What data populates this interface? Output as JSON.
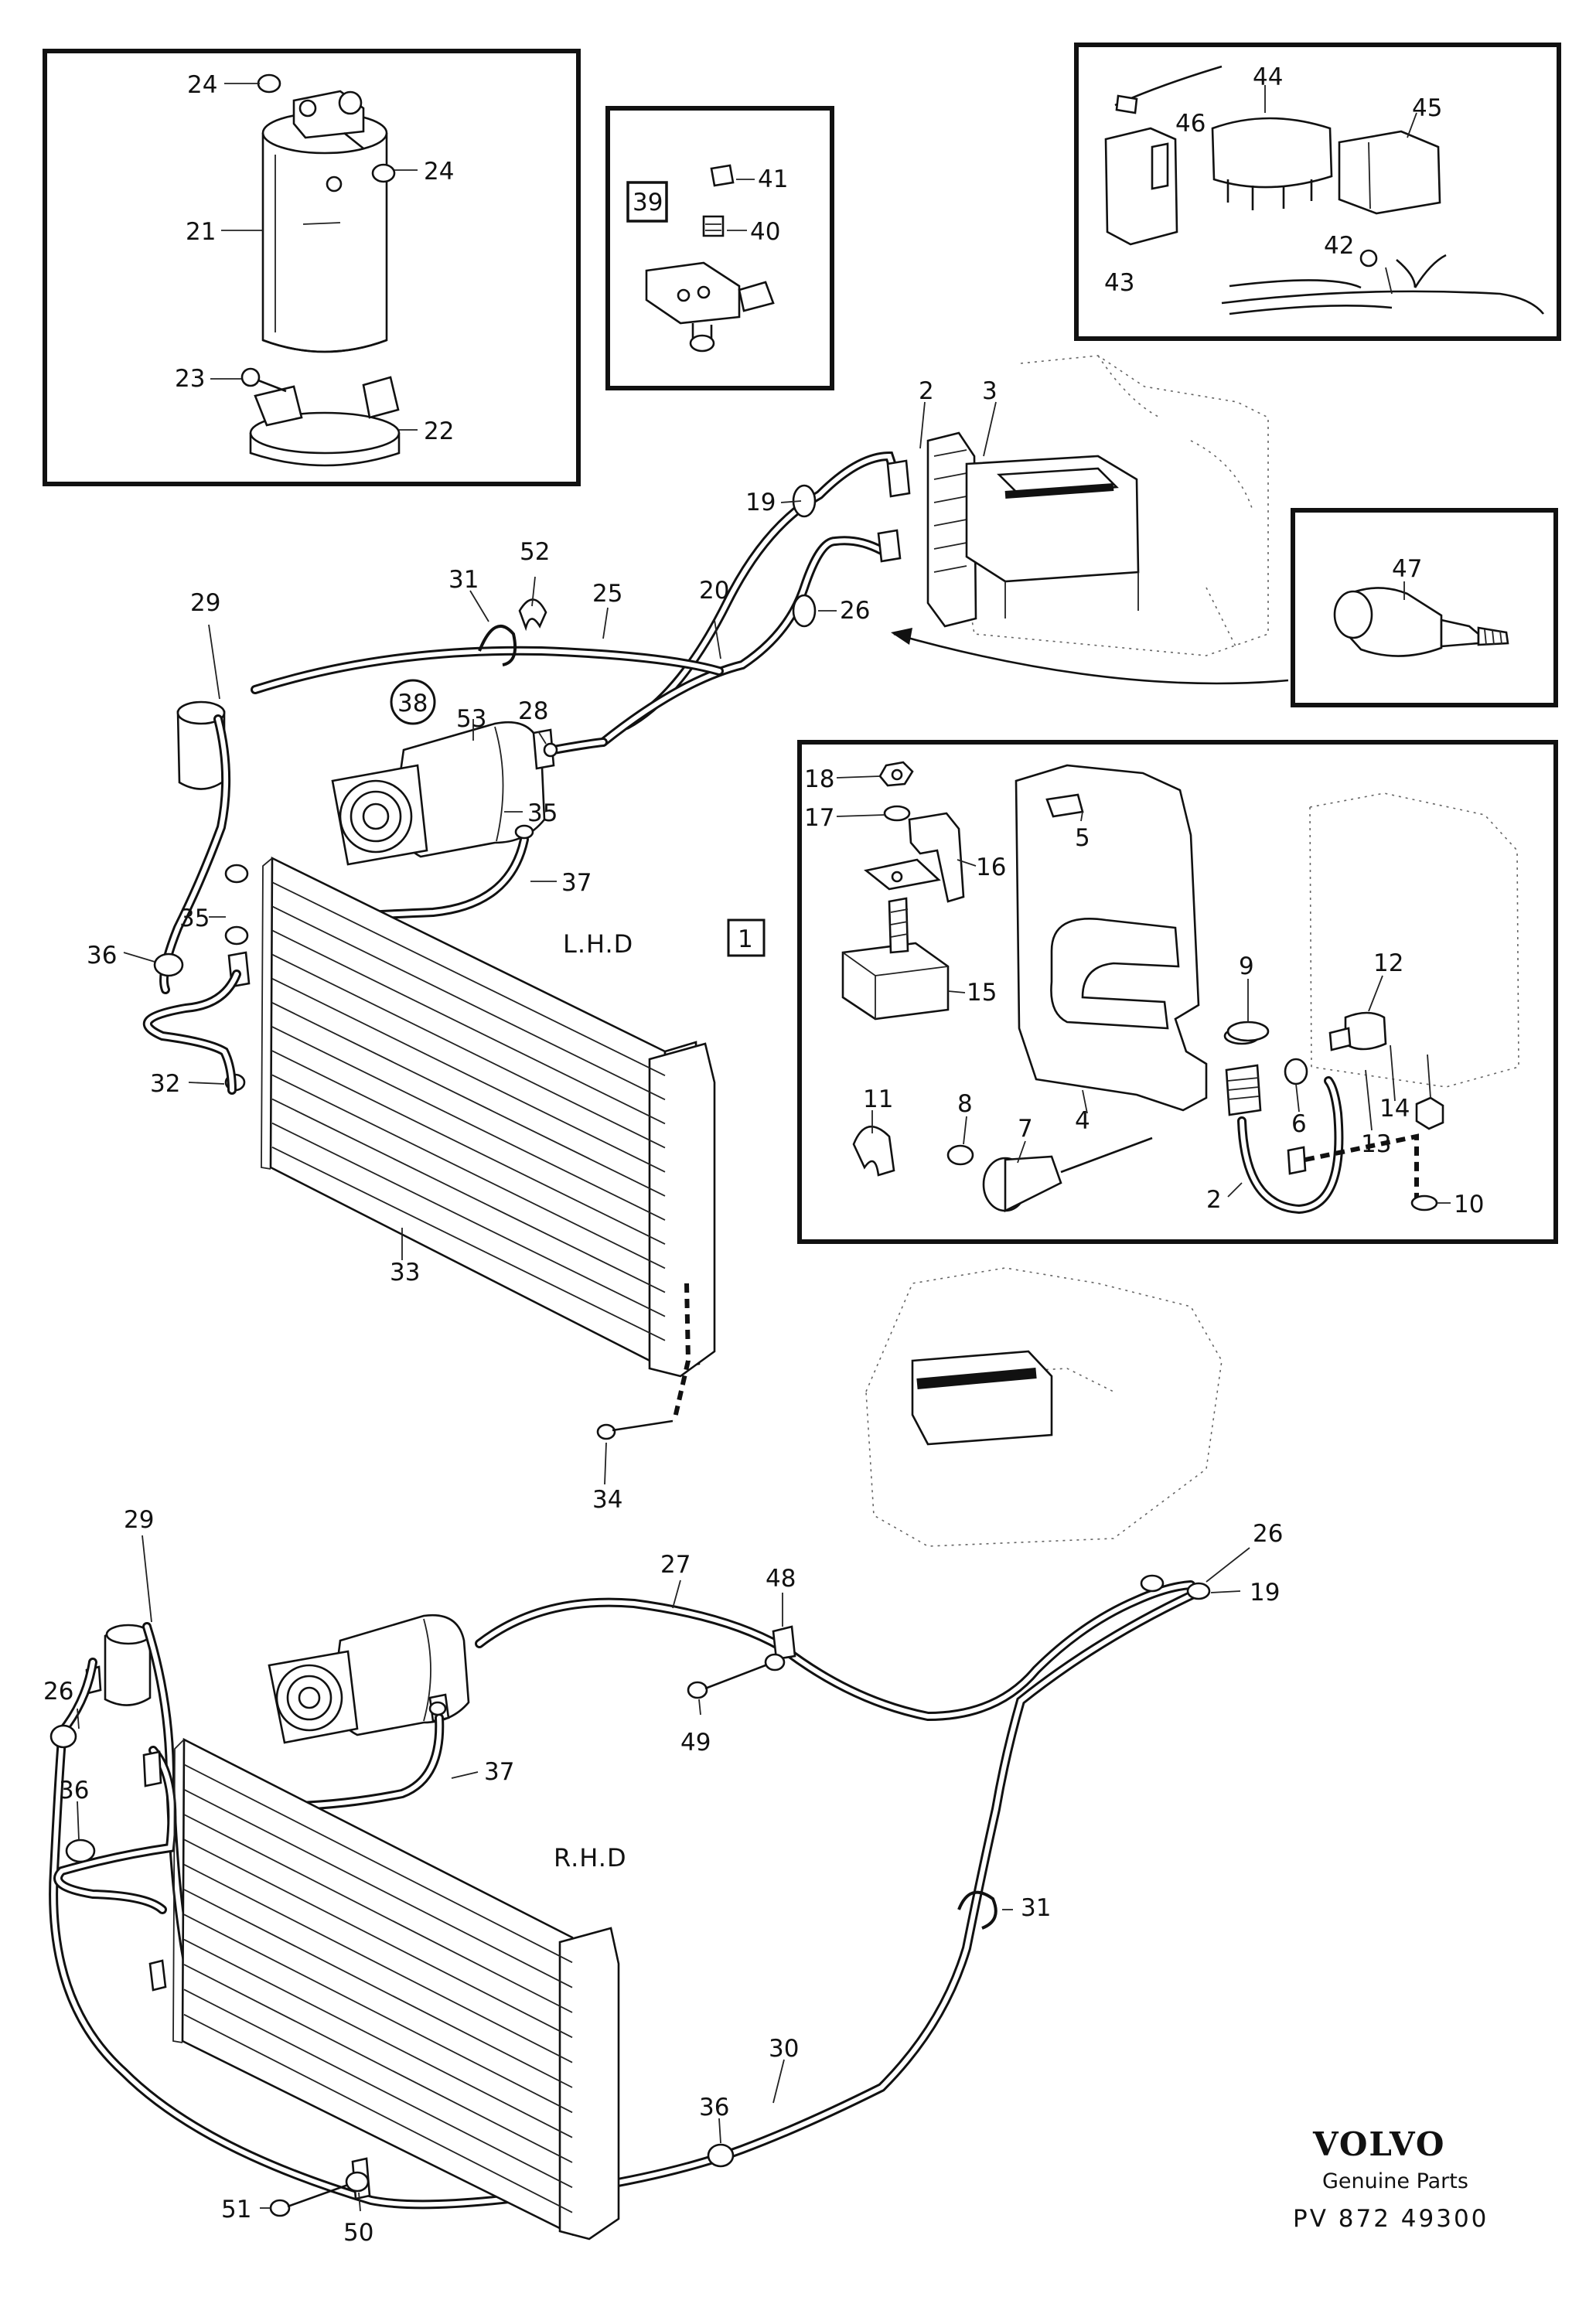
{
  "callouts": [
    {
      "id": "c-24a",
      "text": "24"
    },
    {
      "id": "c-24b",
      "text": "24"
    },
    {
      "id": "c-21",
      "text": "21"
    },
    {
      "id": "c-23",
      "text": "23"
    },
    {
      "id": "c-22",
      "text": "22"
    },
    {
      "id": "c-39",
      "text": "39"
    },
    {
      "id": "c-41",
      "text": "41"
    },
    {
      "id": "c-40",
      "text": "40"
    },
    {
      "id": "c-44",
      "text": "44"
    },
    {
      "id": "c-46",
      "text": "46"
    },
    {
      "id": "c-45",
      "text": "45"
    },
    {
      "id": "c-43",
      "text": "43"
    },
    {
      "id": "c-42",
      "text": "42"
    },
    {
      "id": "c-2a",
      "text": "2"
    },
    {
      "id": "c-3",
      "text": "3"
    },
    {
      "id": "c-19a",
      "text": "19"
    },
    {
      "id": "c-47",
      "text": "47"
    },
    {
      "id": "c-31a",
      "text": "31"
    },
    {
      "id": "c-52",
      "text": "52"
    },
    {
      "id": "c-25",
      "text": "25"
    },
    {
      "id": "c-20",
      "text": "20"
    },
    {
      "id": "c-26a",
      "text": "26"
    },
    {
      "id": "c-29a",
      "text": "29"
    },
    {
      "id": "c-38",
      "text": "38"
    },
    {
      "id": "c-53",
      "text": "53"
    },
    {
      "id": "c-28",
      "text": "28"
    },
    {
      "id": "c-35a",
      "text": "35"
    },
    {
      "id": "c-37a",
      "text": "37"
    },
    {
      "id": "c-35b",
      "text": "35"
    },
    {
      "id": "c-36a",
      "text": "36"
    },
    {
      "id": "c-32",
      "text": "32"
    },
    {
      "id": "c-33",
      "text": "33"
    },
    {
      "id": "c-34",
      "text": "34"
    },
    {
      "id": "c-1",
      "text": "1"
    },
    {
      "id": "c-18",
      "text": "18"
    },
    {
      "id": "c-17",
      "text": "17"
    },
    {
      "id": "c-16",
      "text": "16"
    },
    {
      "id": "c-5",
      "text": "5"
    },
    {
      "id": "c-15",
      "text": "15"
    },
    {
      "id": "c-9",
      "text": "9"
    },
    {
      "id": "c-12",
      "text": "12"
    },
    {
      "id": "c-11",
      "text": "11"
    },
    {
      "id": "c-8",
      "text": "8"
    },
    {
      "id": "c-7",
      "text": "7"
    },
    {
      "id": "c-4",
      "text": "4"
    },
    {
      "id": "c-6",
      "text": "6"
    },
    {
      "id": "c-14",
      "text": "14"
    },
    {
      "id": "c-13",
      "text": "13"
    },
    {
      "id": "c-2b",
      "text": "2"
    },
    {
      "id": "c-10",
      "text": "10"
    },
    {
      "id": "c-29b",
      "text": "29"
    },
    {
      "id": "c-27",
      "text": "27"
    },
    {
      "id": "c-48",
      "text": "48"
    },
    {
      "id": "c-26b",
      "text": "26"
    },
    {
      "id": "c-19b",
      "text": "19"
    },
    {
      "id": "c-26c",
      "text": "26"
    },
    {
      "id": "c-36b",
      "text": "36"
    },
    {
      "id": "c-37b",
      "text": "37"
    },
    {
      "id": "c-49",
      "text": "49"
    },
    {
      "id": "c-31b",
      "text": "31"
    },
    {
      "id": "c-30",
      "text": "30"
    },
    {
      "id": "c-36c",
      "text": "36"
    },
    {
      "id": "c-51",
      "text": "51"
    },
    {
      "id": "c-50",
      "text": "50"
    }
  ],
  "variants": {
    "lhd": "L.H.D",
    "rhd": "R.H.D"
  },
  "footer": {
    "brand": "VOLVO",
    "subtitle": "Genuine Parts",
    "code": "PV 872 49300"
  }
}
